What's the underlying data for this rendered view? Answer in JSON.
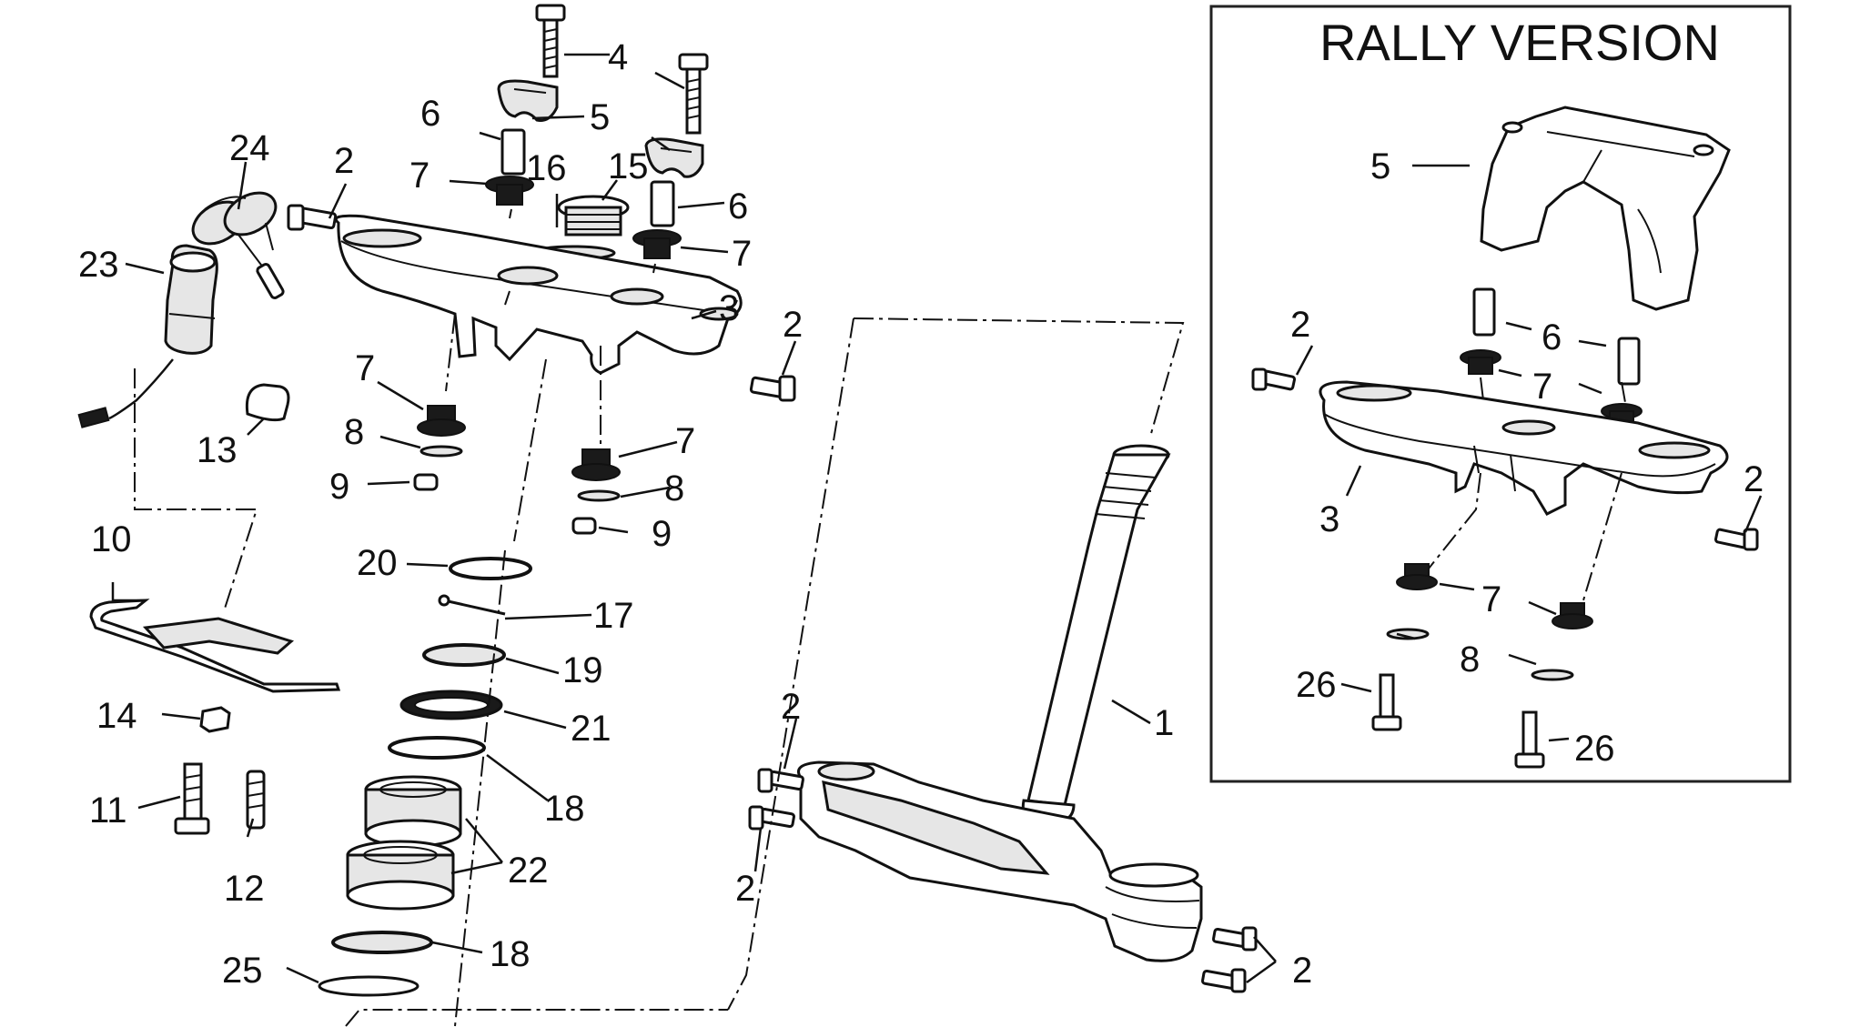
{
  "inset": {
    "title": "RALLY VERSION"
  },
  "labels": {
    "main": [
      "4",
      "5",
      "6",
      "7",
      "16",
      "15",
      "6",
      "7",
      "2",
      "24",
      "23",
      "3",
      "2",
      "7",
      "13",
      "8",
      "7",
      "9",
      "8",
      "9",
      "10",
      "20",
      "17",
      "19",
      "14",
      "21",
      "11",
      "18",
      "12",
      "22",
      "18",
      "25",
      "2",
      "1",
      "2",
      "2"
    ],
    "inset": [
      "5",
      "2",
      "6",
      "7",
      "3",
      "2",
      "7",
      "8",
      "26",
      "26"
    ]
  }
}
